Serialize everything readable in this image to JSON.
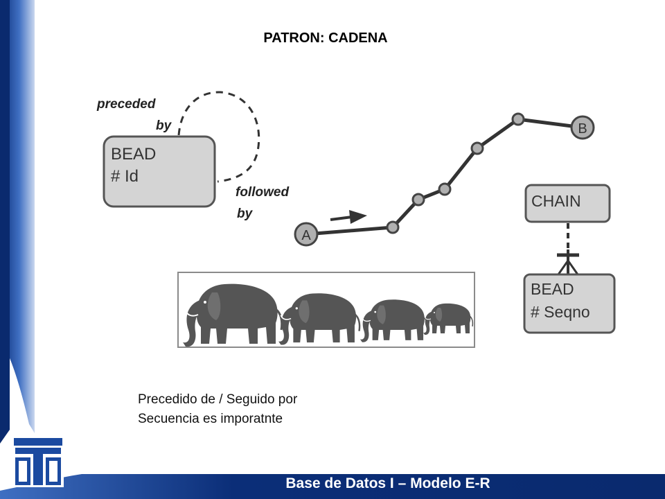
{
  "slide": {
    "title": "PATRON: CADENA",
    "caption_line1": "Precedido de / Seguido por",
    "caption_line2": "Secuencia es imporatnte",
    "footer": "Base de Datos I – Modelo E-R"
  },
  "diagram": {
    "recursive_entity": {
      "name": "BEAD",
      "attribute": "# Id"
    },
    "rel_label_top_1": "preceded",
    "rel_label_top_2": "by",
    "rel_label_bottom_1": "followed",
    "rel_label_bottom_2": "by",
    "chain_start": "A",
    "chain_end": "B",
    "chain_entity": "CHAIN",
    "member_entity": {
      "name": "BEAD",
      "attribute": "# Seqno"
    }
  },
  "picture": {
    "subject": "elephants-in-line-icon"
  },
  "colors": {
    "footer_bar": "#0a2f7a",
    "entity_fill": "#d4d4d4",
    "node_fill": "#b0b0b0",
    "line": "#333333"
  }
}
